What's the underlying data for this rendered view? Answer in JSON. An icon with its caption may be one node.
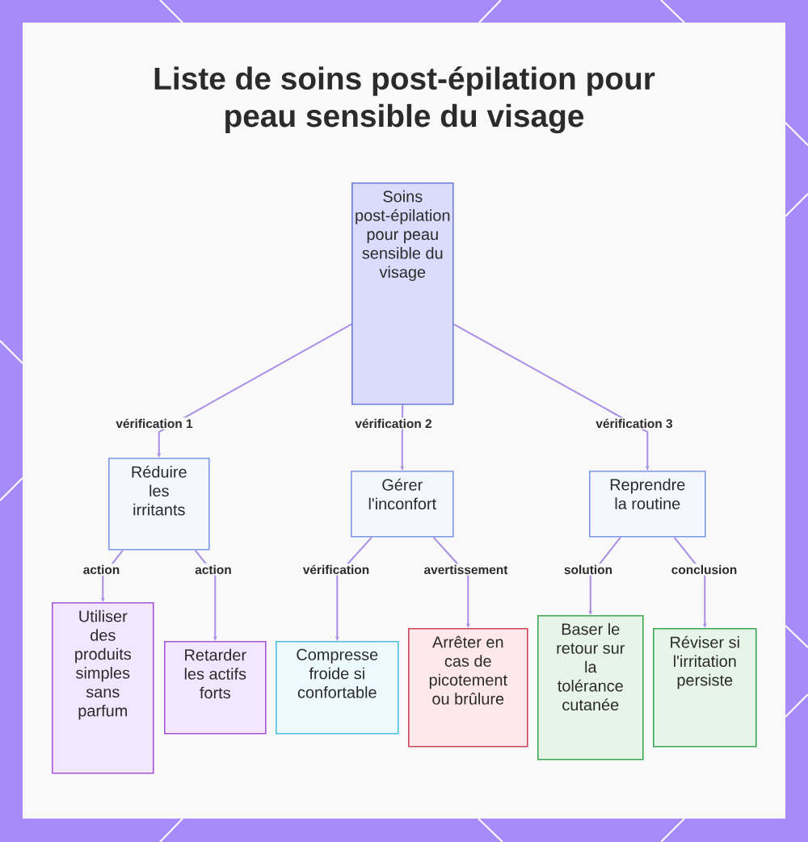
{
  "diagram": {
    "title": "Liste de soins post-épilation pour peau sensible du visage",
    "nodes": [
      {
        "text": [
          "Soins post-épilation pour peau sensible du visage"
        ]
      },
      {
        "text": [
          "Réduire les irritants"
        ]
      },
      {
        "text": [
          "Gérer l'inconfort"
        ]
      },
      {
        "text": [
          "Reprendre la routine"
        ]
      },
      {
        "text": [
          "Utiliser des produits simples sans parfum"
        ]
      },
      {
        "text": [
          "Retarder les actifs forts"
        ]
      },
      {
        "text": [
          "Compresse froide si confortable"
        ]
      },
      {
        "text": [
          "Arrêter en cas de picotement ou brûlure"
        ]
      },
      {
        "text": [
          "Baser le retour sur la tolérance cutanée"
        ]
      },
      {
        "text": [
          "Réviser si l'irritation persiste"
        ]
      }
    ],
    "edges": [
      {
        "from": 0,
        "to": 1,
        "arrow": "to",
        "label": "vérification 1"
      },
      {
        "from": 0,
        "to": 2,
        "arrow": "to",
        "label": "vérification 2"
      },
      {
        "from": 0,
        "to": 3,
        "arrow": "to",
        "label": "vérification 3"
      },
      {
        "from": 1,
        "to": 4,
        "arrow": "to",
        "label": "action"
      },
      {
        "from": 1,
        "to": 5,
        "arrow": "to",
        "label": "action"
      },
      {
        "from": 2,
        "to": 6,
        "arrow": "to",
        "label": "vérification"
      },
      {
        "from": 2,
        "to": 7,
        "arrow": "to",
        "label": "avertissement"
      },
      {
        "from": 3,
        "to": 8,
        "arrow": "to",
        "label": "solution"
      },
      {
        "from": 3,
        "to": 9,
        "arrow": "to",
        "label": "conclusion"
      }
    ]
  }
}
